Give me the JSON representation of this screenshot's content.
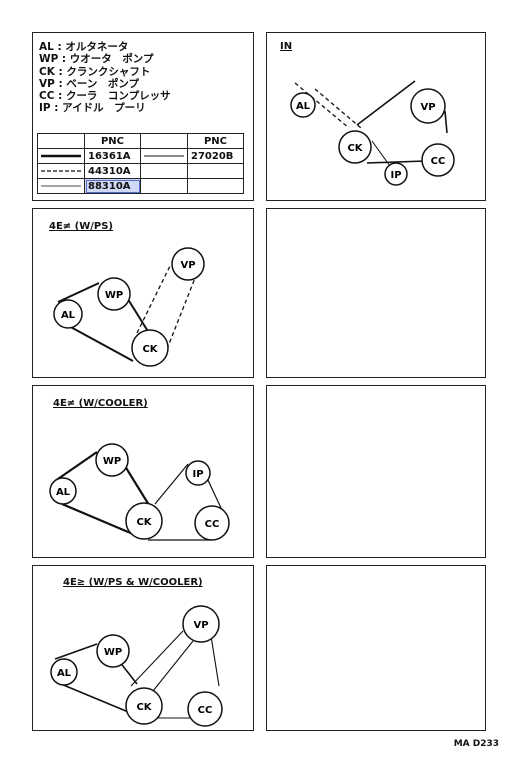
{
  "legend": {
    "items": [
      {
        "code": "AL",
        "name": "オルタネータ"
      },
      {
        "code": "WP",
        "name": "ウオータ　ポンプ"
      },
      {
        "code": "CK",
        "name": "クランクシャフト"
      },
      {
        "code": "VP",
        "name": "ベーン　ポンプ"
      },
      {
        "code": "CC",
        "name": "クーラ　コンプレッサ"
      },
      {
        "code": "IP",
        "name": "アイドル　プーリ"
      }
    ],
    "table": {
      "header": "PNC",
      "rows": [
        {
          "left_code": "16361A",
          "right_code": "27020B"
        },
        {
          "left_code": "44310A",
          "right_code": ""
        },
        {
          "left_code": "88310A",
          "right_code": ""
        }
      ]
    }
  },
  "panels": {
    "in": {
      "title": "IN"
    },
    "ps": {
      "title": "4E≠ (W/PS)"
    },
    "cooler": {
      "title": "4E≠ (W/COOLER)"
    },
    "ps_cooler": {
      "title": "4E≥ (W/PS & W/COOLER)"
    }
  },
  "pulleys": {
    "al": "AL",
    "wp": "WP",
    "ck": "CK",
    "vp": "VP",
    "cc": "CC",
    "ip": "IP"
  },
  "footer": {
    "code": "MA D233"
  }
}
